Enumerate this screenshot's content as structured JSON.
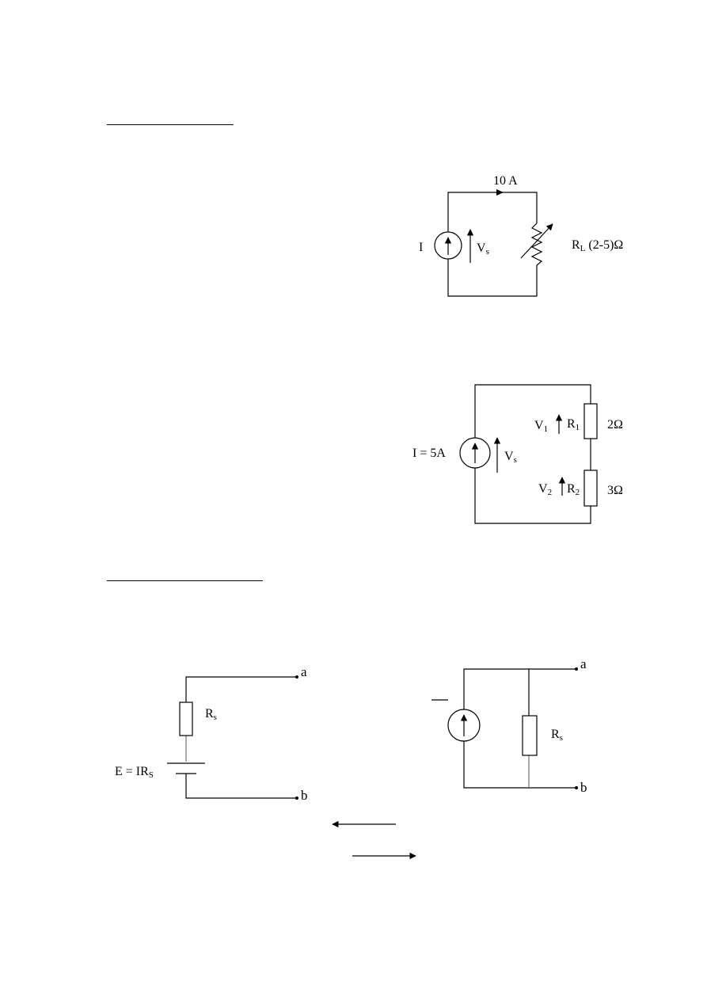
{
  "circuit1": {
    "current_label": "10 A",
    "source_label": "I",
    "voltage_main": "V",
    "voltage_sub": "s",
    "resistor_main": "R",
    "resistor_sub": "L",
    "resistor_value": "(2-5)Ω"
  },
  "circuit2": {
    "source_label": "I = 5A",
    "voltage_main": "V",
    "voltage_sub": "s",
    "v1_main": "V",
    "v1_sub": "1",
    "r1_main": "R",
    "r1_sub": "1",
    "r1_value": "2Ω",
    "v2_main": "V",
    "v2_sub": "2",
    "r2_main": "R",
    "r2_sub": "2",
    "r2_value": "3Ω"
  },
  "circuit3": {
    "terminal_a": "a",
    "terminal_b": "b",
    "rs_main": "R",
    "rs_sub": "s",
    "emf_main": "E = IR",
    "emf_sub": "S"
  },
  "circuit4": {
    "terminal_a": "a",
    "terminal_b": "b",
    "rs_main": "R",
    "rs_sub": "s"
  }
}
